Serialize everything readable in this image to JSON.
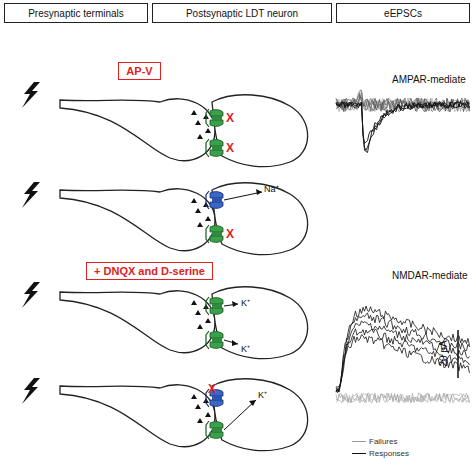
{
  "diagram": {
    "nodes": [
      {
        "text": [
          "Presynaptic terminals"
        ]
      },
      {
        "text": [
          "Postsynaptic LDT neuron"
        ]
      },
      {
        "text": [
          "eEPSCs"
        ]
      },
      {
        "text": [
          "AP-V"
        ]
      },
      {
        "text": [
          "+ DNQX and D-serine"
        ]
      }
    ],
    "labels": [
      "AMPAR-mediate",
      "NMDAR-mediate",
      "20 pA",
      "X",
      "X",
      "X",
      "X",
      "Na⁺",
      "K⁺",
      "K⁺",
      "K⁺"
    ],
    "legend": [
      {
        "text": "Failures"
      },
      {
        "text": "Responses"
      }
    ]
  }
}
